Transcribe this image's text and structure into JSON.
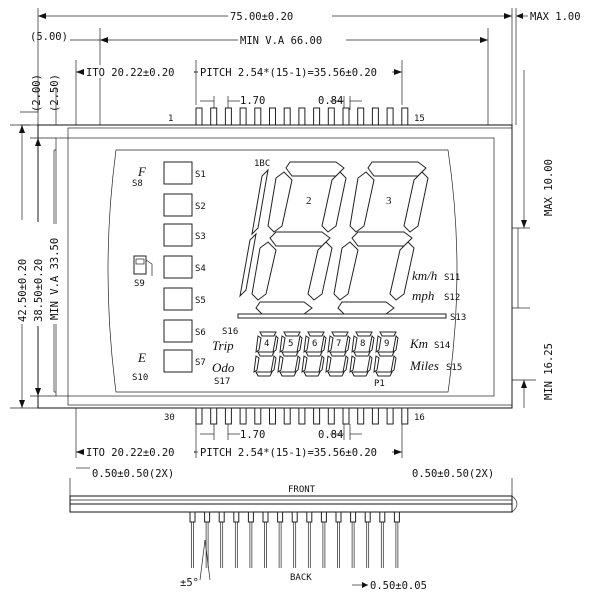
{
  "dimensions": {
    "overall_width": "75.00±0.20",
    "max_thickness": "MAX 1.00",
    "offset_left": "(5.00)",
    "min_va_width": "MIN V.A 66.00",
    "ito": "ITO 20.22±0.20",
    "pitch": "PITCH 2.54*(15-1)=35.56±0.20",
    "top_offset_1": "(2.00)",
    "top_offset_2": "(2.50)",
    "pin_spacing": "1.70",
    "pin_width": "0.84",
    "overall_height": "42.50±0.20",
    "inner_height": "38.50±0.20",
    "min_va_height": "MIN V.A 33.50",
    "max_right": "MAX 10.00",
    "min_right": "MIN 16.25",
    "ito_bottom": "ITO 20.22±0.20",
    "pitch_bottom": "PITCH 2.54*(15-1)=35.56±0.20",
    "pin_spacing_bottom": "1.70",
    "pin_width_bottom": "0.84",
    "lead_left": "0.50±0.50(2X)",
    "lead_right": "0.50±0.50(2X)",
    "angle": "±5°",
    "lead_thickness": "0.50±0.05"
  },
  "pins": {
    "top_left": "1",
    "top_right": "15",
    "bottom_left": "30",
    "bottom_right": "16"
  },
  "segments": {
    "s1": "S1",
    "s2": "S2",
    "s3": "S3",
    "s4": "S4",
    "s5": "S5",
    "s6": "S6",
    "s7": "S7",
    "s8": "S8",
    "s9": "S9",
    "s10": "S10",
    "s11": "S11",
    "s12": "S12",
    "s13": "S13",
    "s14": "S14",
    "s15": "S15",
    "s16": "S16",
    "s17": "S17",
    "f": "F",
    "e": "E",
    "bc": "1BC",
    "d2": "2",
    "d3": "3",
    "d4": "4",
    "d5": "5",
    "d6": "6",
    "d7": "7",
    "d8": "8",
    "d9": "9",
    "kmh": "km/h",
    "mph": "mph",
    "km": "Km",
    "miles": "Miles",
    "trip": "Trip",
    "odo": "Odo",
    "p1": "P1"
  },
  "side_view": {
    "front": "FRONT",
    "back": "BACK"
  }
}
